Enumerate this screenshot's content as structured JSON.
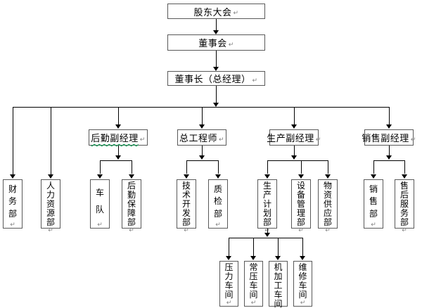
{
  "org": {
    "root": {
      "label": "股东大会"
    },
    "board": {
      "label": "董事会"
    },
    "chairman": {
      "label": "董事长（总经理）"
    },
    "staff": [
      {
        "label": "财务部"
      },
      {
        "label": "人力资源部"
      }
    ],
    "managers": [
      {
        "label": "后勤副经理",
        "children": [
          {
            "label": "车队"
          },
          {
            "label": "后勤保障部"
          }
        ]
      },
      {
        "label": "总工程师",
        "children": [
          {
            "label": "技术开发部"
          },
          {
            "label": "质检部"
          }
        ]
      },
      {
        "label": "生产副经理",
        "children": [
          {
            "label": "生产计划部"
          },
          {
            "label": "设备管理部"
          },
          {
            "label": "物资供应部"
          }
        ]
      },
      {
        "label": "销售副经理",
        "children": [
          {
            "label": "销售部"
          },
          {
            "label": "售后服务部"
          }
        ]
      }
    ],
    "workshops": [
      {
        "label": "压力车间"
      },
      {
        "label": "常压车间"
      },
      {
        "label": "机加工车间"
      },
      {
        "label": "维修车间"
      }
    ]
  },
  "marks": {
    "paragraph": "↵"
  },
  "colors": {
    "line": "#000000",
    "box_border": "#595959",
    "text": "#000000",
    "paragraph_mark": "#808080",
    "spellcheck_underline": "#00a650"
  }
}
